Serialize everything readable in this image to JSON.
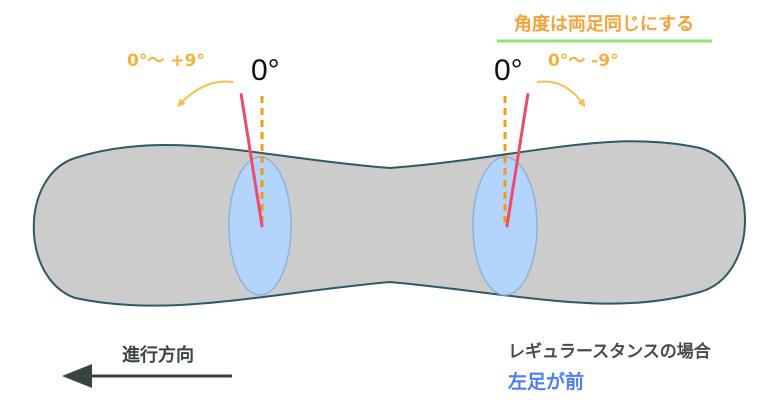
{
  "note": {
    "text": "角度は両足同じにする",
    "text_color": "#f2a33a",
    "underline_color": "#8ee66f"
  },
  "left_binding": {
    "zero_label": "0°",
    "range_label": "0°〜 +9°",
    "angle_deg": 9
  },
  "right_binding": {
    "zero_label": "0°",
    "range_label": "0°〜 -9°",
    "angle_deg": -9
  },
  "direction": {
    "label": "進行方向",
    "icon": "arrow-left-icon"
  },
  "stance": {
    "title": "レギュラースタンスの場合",
    "foot": "左足が前"
  },
  "colors": {
    "board_fill": "#cccccc",
    "board_stroke": "#2e5a66",
    "binding_fill": "#b3d4fc",
    "binding_stroke": "#8fb1dc",
    "reference_line": "#f39c12",
    "angle_line": "#ee4b6a",
    "range_text": "#f4b13f",
    "rotation_arrow": "#f6c04a",
    "direction_arrow": "#3a4444",
    "stance_title": "#4a4a4a",
    "stance_foot": "#4d7ef2"
  }
}
